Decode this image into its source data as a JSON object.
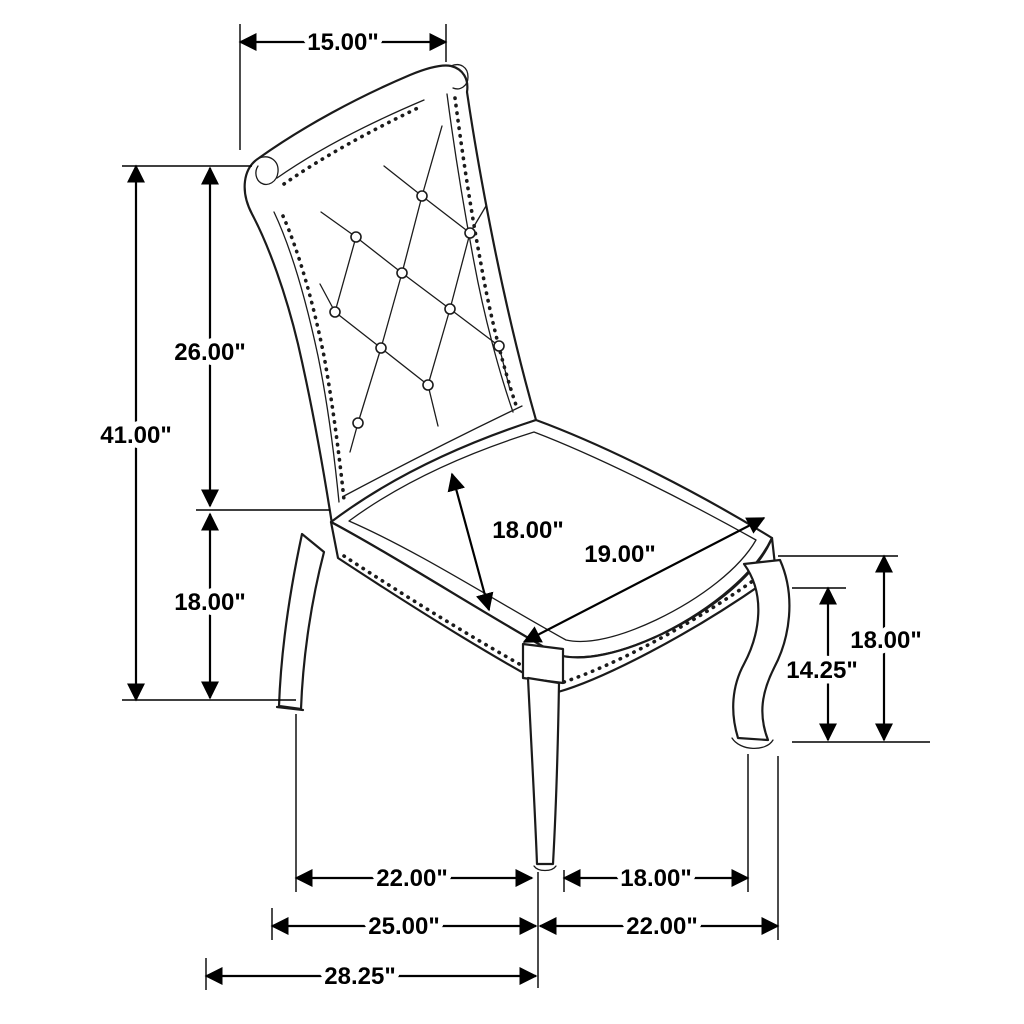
{
  "diagram": {
    "subject": "Tufted dining side chair dimension drawing",
    "units": "inches",
    "dimensions": {
      "top_width": "15.00\"",
      "overall_height": "41.00\"",
      "back_height": "26.00\"",
      "seat_height_left": "18.00\"",
      "seat_depth": "18.00\"",
      "seat_width": "19.00\"",
      "right_leg_height": "14.25\"",
      "right_seat_height": "18.00\"",
      "span_rear_to_front_leg": "22.00\"",
      "span_front_to_side_leg": "18.00\"",
      "depth_lower": "25.00\"",
      "width_lower": "22.00\"",
      "overall_depth": "28.25\""
    }
  }
}
